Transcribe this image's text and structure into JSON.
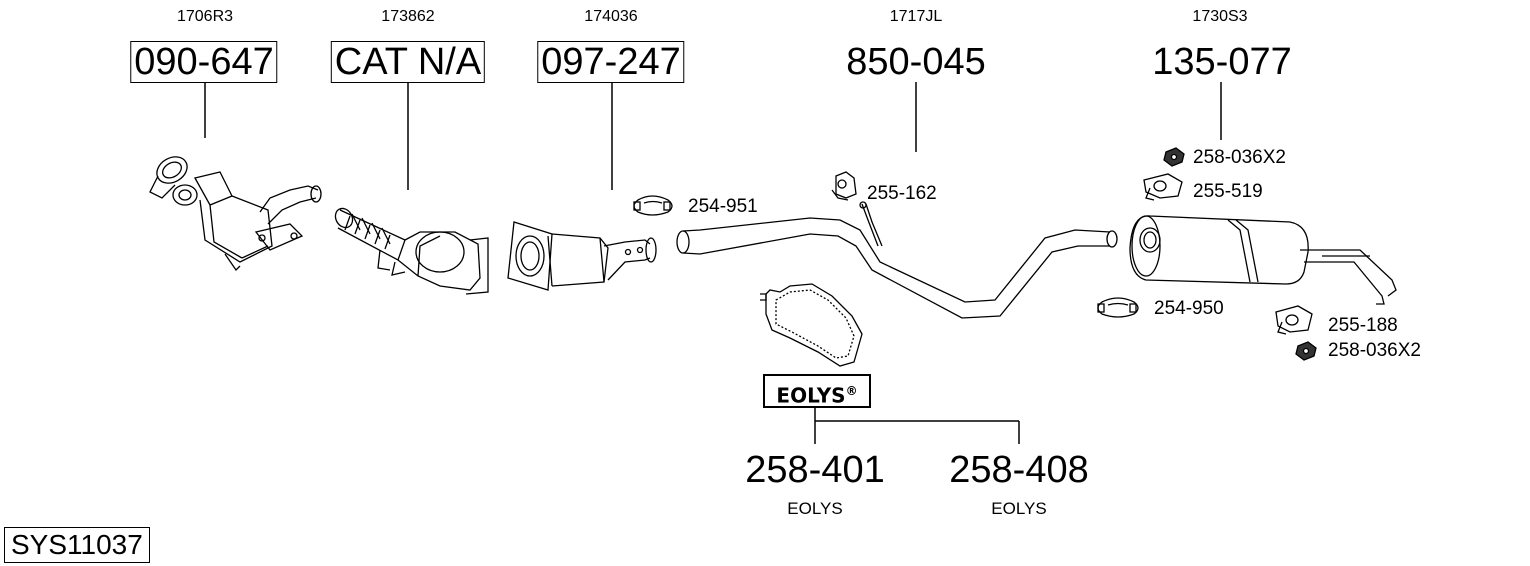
{
  "refs": {
    "r1": "1706R3",
    "r2": "173862",
    "r3": "174036",
    "r4": "1717JL",
    "r5": "1730S3"
  },
  "parts": {
    "p1": "090-647",
    "p2": "CAT N/A",
    "p3": "097-247",
    "p4": "850-045",
    "p5": "135-077",
    "p6": "258-401",
    "p7": "258-408"
  },
  "small_parts": {
    "clamp_1": "254-951",
    "mount_1": "255-162",
    "nut_1": "258-036X2",
    "mount_2": "255-519",
    "clamp_2": "254-950",
    "mount_3": "255-188",
    "nut_2": "258-036X2"
  },
  "eolys": {
    "brand": "EOLYS",
    "reg": "®",
    "sub_1": "EOLYS",
    "sub_2": "EOLYS"
  },
  "system_id": "SYS11037"
}
